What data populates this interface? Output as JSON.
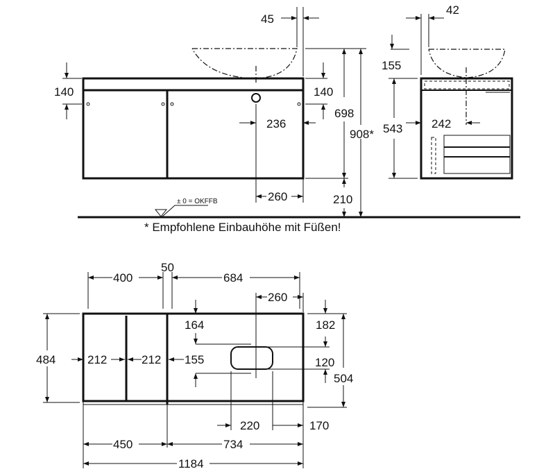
{
  "front_view": {
    "basin_offset": "45",
    "top_height_left": "140",
    "top_height_right": "140",
    "drain_offset": "236",
    "drain_horizontal": "260",
    "top_height": "698",
    "floor_clearance": "210",
    "total_height": "908*",
    "floor_reference": "± 0 = OKFFB"
  },
  "side_view": {
    "basin_offset": "42",
    "basin_height": "155",
    "cabinet_height": "543",
    "drain_depth": "242"
  },
  "footnote": "* Empfohlene Einbauhöhe mit Füßen!",
  "top_view": {
    "left_width": "400",
    "gap": "50",
    "right_width": "684",
    "sink_center": "260",
    "sink_front": "164",
    "sink_back": "182",
    "depth_left": "484",
    "compartment_1": "212",
    "compartment_2": "212",
    "sink_left_margin": "155",
    "sink_depth": "120",
    "depth_total": "504",
    "sink_width": "220",
    "sink_right_margin": "170",
    "left_module": "450",
    "right_module": "734",
    "total_width": "1184"
  }
}
